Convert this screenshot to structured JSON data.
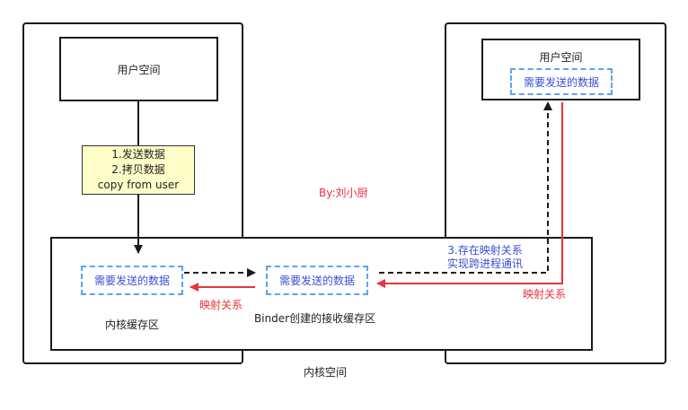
{
  "left_user_space_label": "用户空间",
  "right_user_space_label": "用户空间",
  "note_lines": [
    "1.发送数据",
    "2.拷贝数据",
    "copy from user"
  ],
  "author_tag": "By:刘小厨",
  "data_to_send": "需要发送的数据",
  "kernel_buffer_label": "内核缓存区",
  "binder_buffer_label": "Binder创建的接收缓存区",
  "kernel_space_label": "内核空间",
  "mapping_label": "映射关系",
  "mapping_note_lines": [
    "3.存在映射关系",
    "实现跨进程通讯"
  ],
  "colors": {
    "arrow_red": "#e8343c",
    "text_blue": "#3a4fd6",
    "dashed_border": "#5aa6f0",
    "note_bg": "#fffec8"
  }
}
